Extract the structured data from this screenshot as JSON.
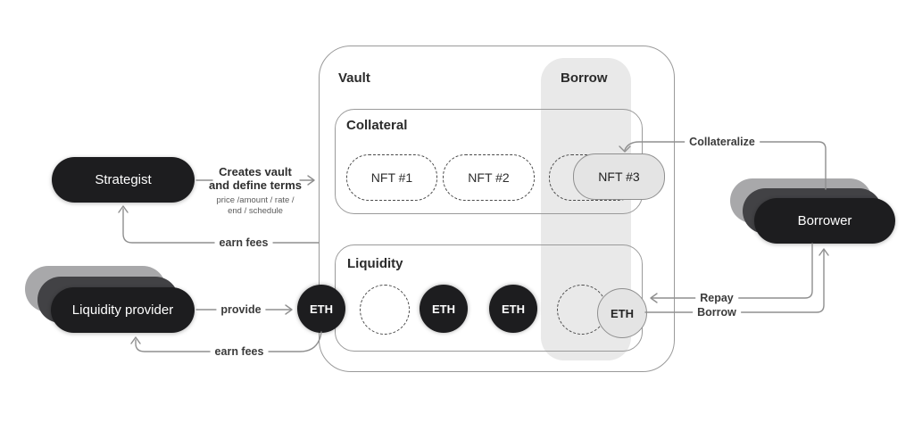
{
  "vault": {
    "title": "Vault",
    "borrow_column": "Borrow",
    "collateral": {
      "title": "Collateral",
      "nft1": "NFT #1",
      "nft2": "NFT #2",
      "nft3": "NFT #3"
    },
    "liquidity": {
      "title": "Liquidity",
      "eth": "ETH"
    }
  },
  "actors": {
    "strategist": "Strategist",
    "liquidity_provider": "Liquidity provider",
    "borrower": "Borrower"
  },
  "labels": {
    "creates_vault_1": "Creates vault",
    "creates_vault_2": "and define terms",
    "terms_note_1": "price /amount / rate /",
    "terms_note_2": "end / schedule",
    "earn_fees_top": "earn fees",
    "provide": "provide",
    "earn_fees_bottom": "earn fees",
    "collateralize": "Collateralize",
    "repay": "Repay",
    "borrow": "Borrow"
  },
  "colors": {
    "pill_black": "#1d1d1f",
    "pill_dark_gray": "#424245",
    "pill_light_gray": "#a8a8aa",
    "box_border": "#9a9a9a",
    "dashed_border": "#4a4a4a",
    "connector": "#8f8f8f",
    "highlight_column": "#e9e9e9",
    "filled_gray": "#e4e4e4"
  }
}
